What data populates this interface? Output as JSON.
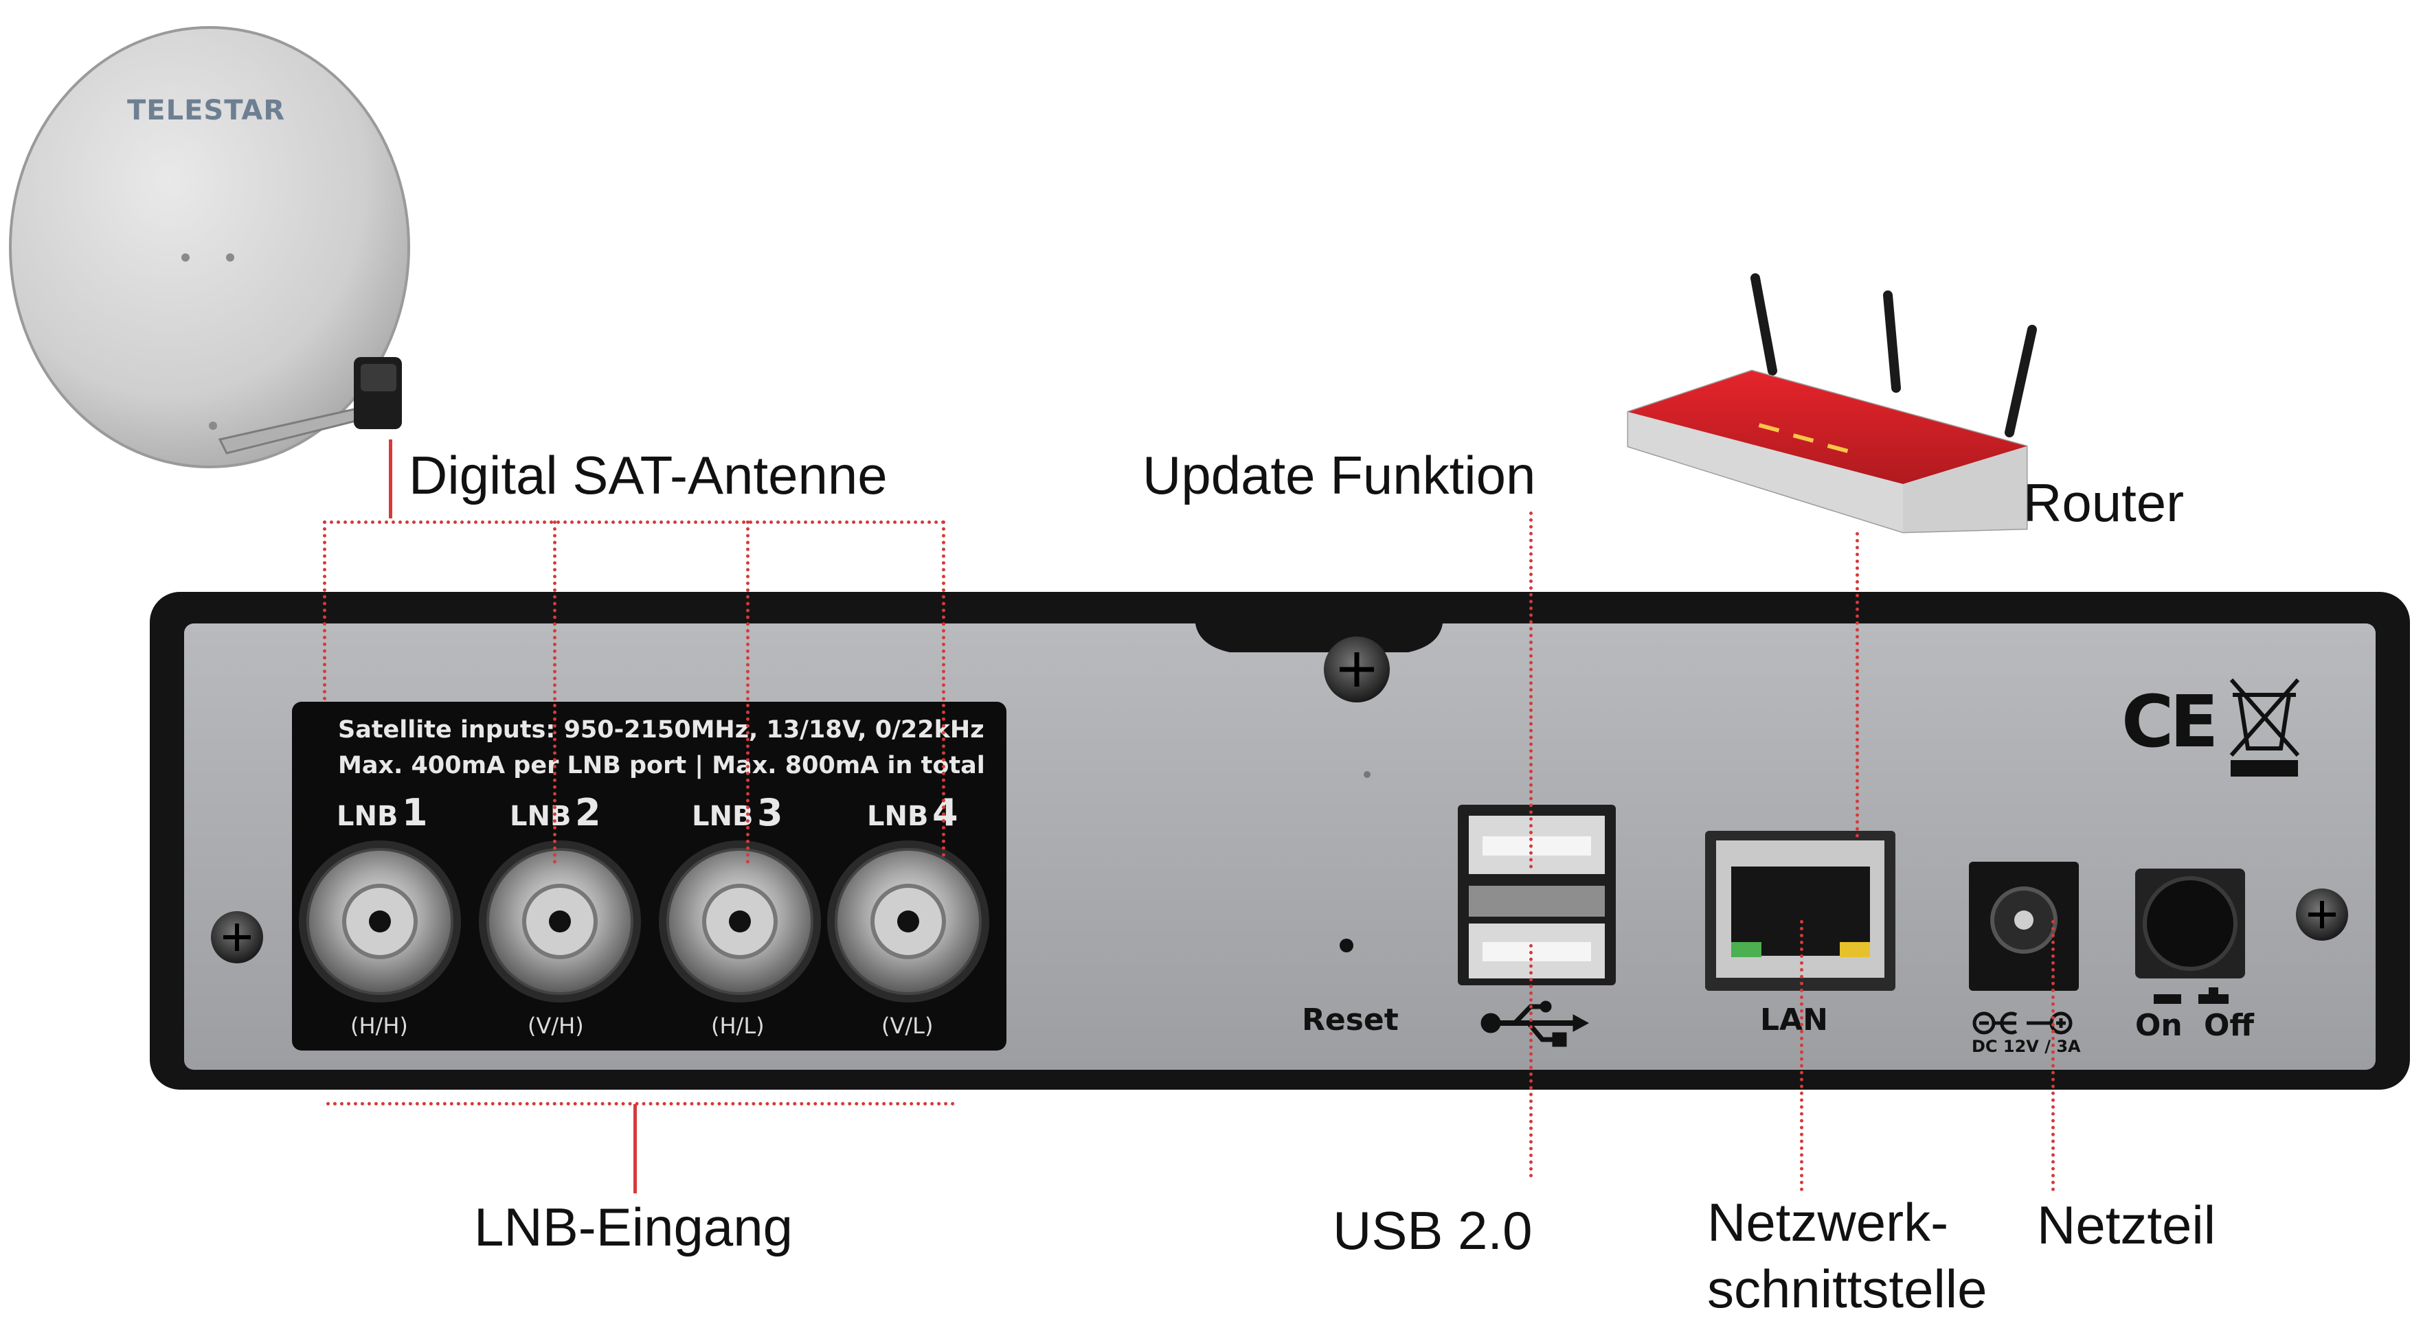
{
  "dish": {
    "brand": "TELESTAR"
  },
  "callouts": {
    "antenna": "Digital SAT-Antenne",
    "update": "Update Funktion",
    "router": "Router",
    "lnb_input": "LNB-Eingang",
    "usb": "USB 2.0",
    "network_1": "Netzwerk-",
    "network_2": "schnittstelle",
    "power_supply": "Netzteil"
  },
  "panel": {
    "spec_line_1": "Satellite inputs: 950-2150MHz, 13/18V, 0/22kHz",
    "spec_line_2": "Max. 400mA per LNB port | Max. 800mA in total",
    "lnb_ports": [
      {
        "prefix": "LNB",
        "number": "1",
        "pol": "(H/H)"
      },
      {
        "prefix": "LNB",
        "number": "2",
        "pol": "(V/H)"
      },
      {
        "prefix": "LNB",
        "number": "3",
        "pol": "(H/L)"
      },
      {
        "prefix": "LNB",
        "number": "4",
        "pol": "(V/L)"
      }
    ],
    "reset_label": "Reset",
    "lan_label": "LAN",
    "dc_label": "DC 12V / 3A",
    "on_label": "On",
    "off_label": "Off",
    "ce_mark": "CE"
  },
  "colors": {
    "leader": "#d63a3a",
    "panel_metal": "#a9aaad",
    "chassis": "#141414",
    "router_red": "#d8232a"
  }
}
